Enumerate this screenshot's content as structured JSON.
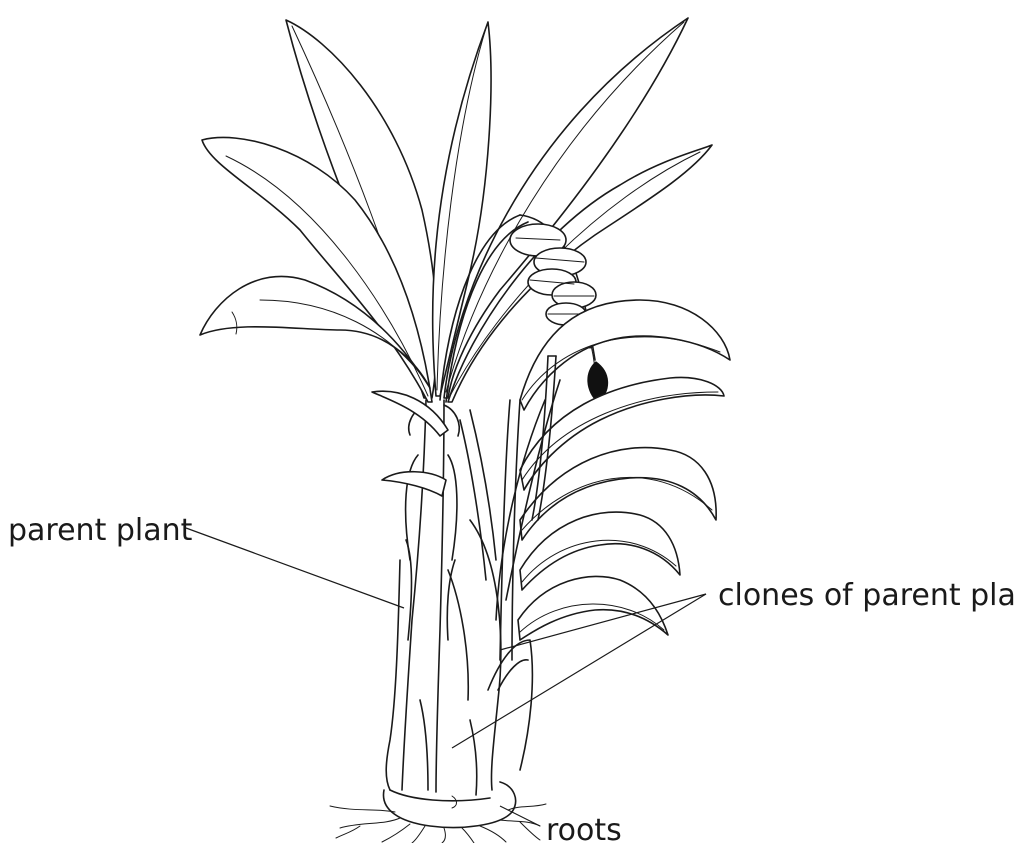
{
  "diagram": {
    "labels": {
      "parent_plant": "parent plant",
      "clones": "clones of parent plant",
      "roots": "roots"
    }
  }
}
